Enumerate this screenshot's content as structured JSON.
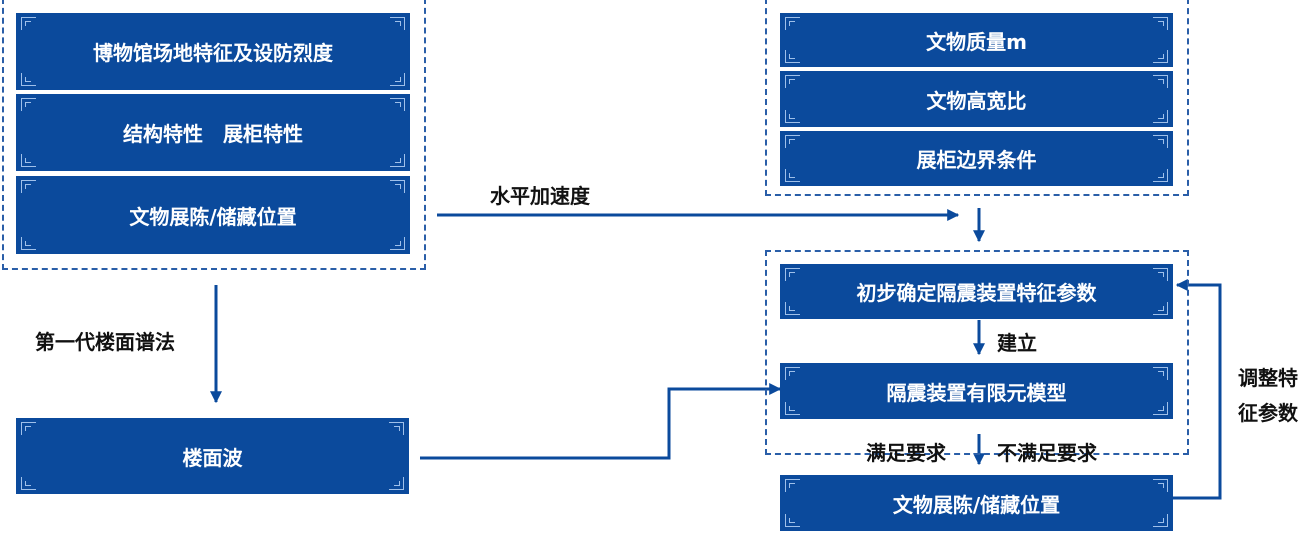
{
  "colors": {
    "box_fill": "#0b4a9c",
    "line": "#0b4a9c",
    "group_border": "#2a5ea8",
    "box_text": "#ffffff",
    "label_text": "#111111"
  },
  "left_group": {
    "site": "博物馆场地特征及设防烈度",
    "structure": "结构特性　展柜特性",
    "location": "文物展陈/储藏位置"
  },
  "right_group": {
    "mass": "文物质量m",
    "aspect": "文物高宽比",
    "boundary": "展柜边界条件"
  },
  "iso_group": {
    "initial": "初步确定隔震装置特征参数",
    "model": "隔震装置有限元模型"
  },
  "floor_wave": "楼面波",
  "result": "文物展陈/储藏位置",
  "labels": {
    "horizontal_accel": "水平加速度",
    "method": "第一代楼面谱法",
    "build": "建立",
    "satisfied": "满足要求",
    "not_satisfied": "不满足要求",
    "adjust_line1": "调整特",
    "adjust_line2": "征参数"
  }
}
